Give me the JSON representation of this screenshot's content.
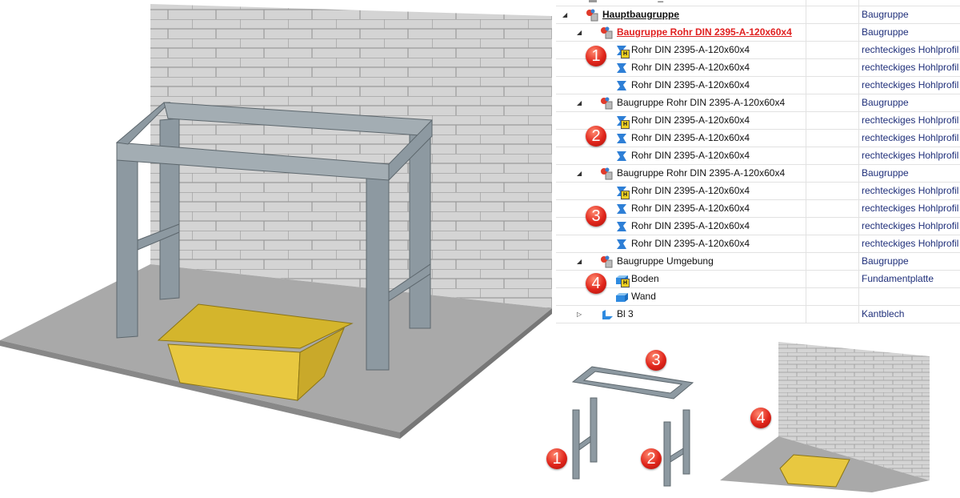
{
  "tree": {
    "rows": [
      {
        "label": "TRAGWERK_POST",
        "type": ""
      },
      {
        "label": "Hauptbaugruppe",
        "type": "Baugruppe"
      },
      {
        "label": "Baugruppe Rohr DIN 2395-A-120x60x4",
        "type": "Baugruppe"
      },
      {
        "label": "Rohr DIN 2395-A-120x60x4",
        "type": "rechteckiges Hohlprofil"
      },
      {
        "label": "Rohr DIN 2395-A-120x60x4",
        "type": "rechteckiges Hohlprofil"
      },
      {
        "label": "Rohr DIN 2395-A-120x60x4",
        "type": "rechteckiges Hohlprofil"
      },
      {
        "label": "Baugruppe Rohr DIN 2395-A-120x60x4",
        "type": "Baugruppe"
      },
      {
        "label": "Rohr DIN 2395-A-120x60x4",
        "type": "rechteckiges Hohlprofil"
      },
      {
        "label": "Rohr DIN 2395-A-120x60x4",
        "type": "rechteckiges Hohlprofil"
      },
      {
        "label": "Rohr DIN 2395-A-120x60x4",
        "type": "rechteckiges Hohlprofil"
      },
      {
        "label": "Baugruppe Rohr DIN 2395-A-120x60x4",
        "type": "Baugruppe"
      },
      {
        "label": "Rohr DIN 2395-A-120x60x4",
        "type": "rechteckiges Hohlprofil"
      },
      {
        "label": "Rohr DIN 2395-A-120x60x4",
        "type": "rechteckiges Hohlprofil"
      },
      {
        "label": "Rohr DIN 2395-A-120x60x4",
        "type": "rechteckiges Hohlprofil"
      },
      {
        "label": "Rohr DIN 2395-A-120x60x4",
        "type": "rechteckiges Hohlprofil"
      },
      {
        "label": "Baugruppe Umgebung",
        "type": "Baugruppe"
      },
      {
        "label": "Boden",
        "type": "Fundamentplatte"
      },
      {
        "label": "Wand",
        "type": ""
      },
      {
        "label": "Bl 3",
        "type": "Kantblech"
      }
    ]
  },
  "badges": {
    "b1": "1",
    "b2": "2",
    "b3": "3",
    "b4": "4"
  },
  "colors": {
    "accent": "#e02020",
    "type_text": "#1f2f7a",
    "steel": "#8c98a0",
    "tray": "#e8c840",
    "floor": "#a8a8a8",
    "wall": "#cfcfcf"
  }
}
